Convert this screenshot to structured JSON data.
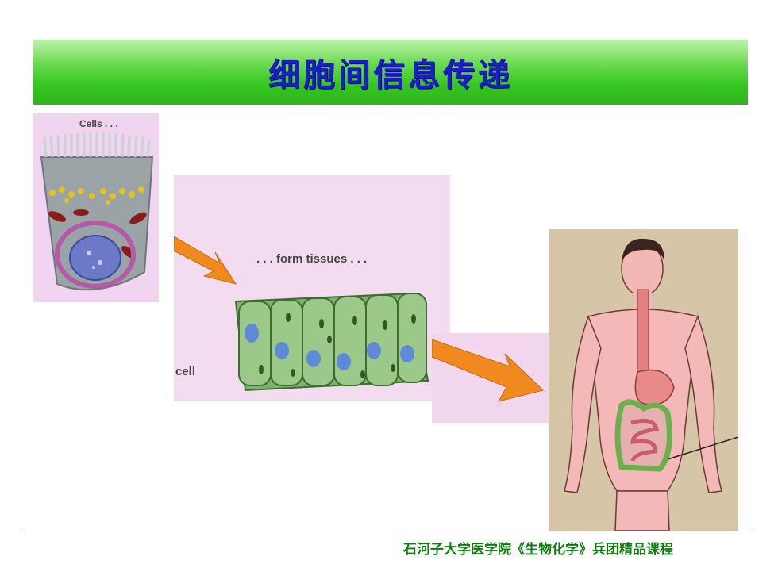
{
  "title": "细胞间信息传递",
  "panels": {
    "cells_label": "Cells . . .",
    "tissues_label": ". . . form tissues . . .",
    "cell_label": "cell"
  },
  "footer": "石河子大学医学院《生物化学》兵团精品课程",
  "colors": {
    "title_text": "#1c1cc8",
    "title_bar_green": "#35c620",
    "footer_text": "#0f7a0f",
    "arrow_orange": "#f08a1e"
  }
}
